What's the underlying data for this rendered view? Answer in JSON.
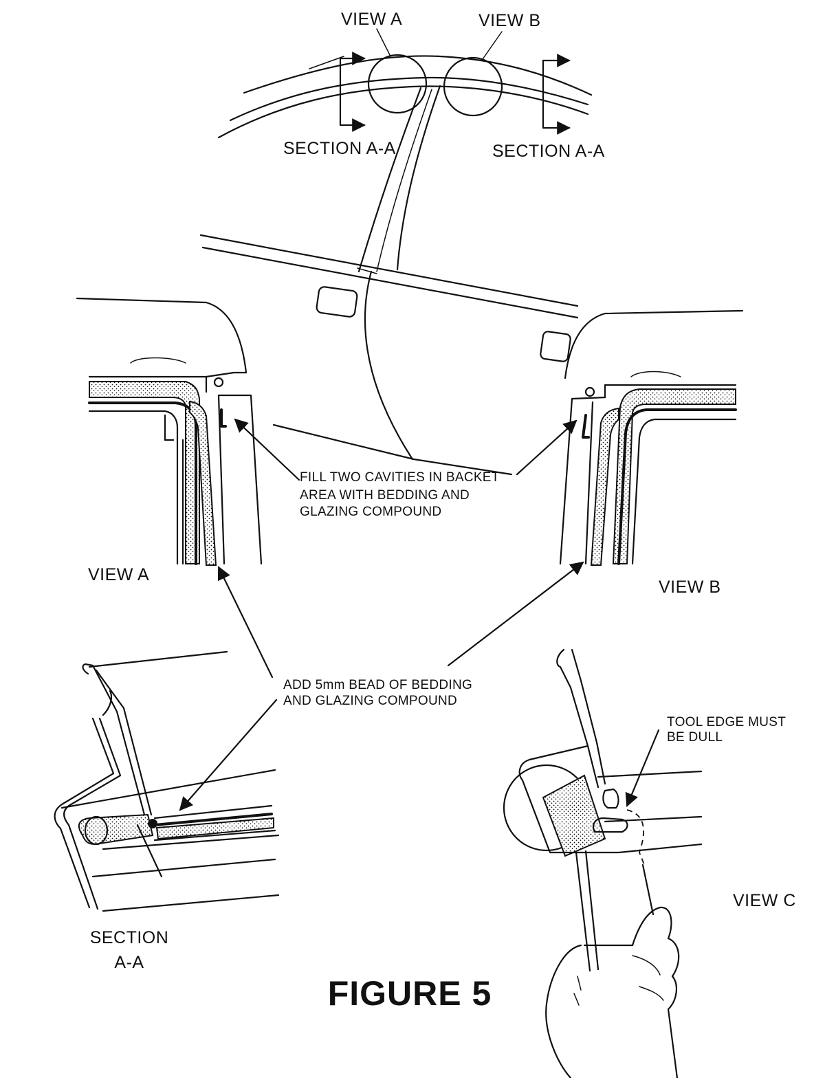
{
  "labels": {
    "view_a_top": "VIEW A",
    "view_b_top": "VIEW B",
    "section_aa_left": "SECTION A-A",
    "section_aa_right": "SECTION A-A",
    "view_a": "VIEW A",
    "view_b": "VIEW B",
    "view_c": "VIEW C",
    "section_bottom_line1": "SECTION",
    "section_bottom_line2": "A-A",
    "figure_title": "FIGURE 5"
  },
  "callouts": {
    "fill_cavities": [
      "FILL TWO CAVITIES IN BACKET",
      "AREA WITH BEDDING AND",
      "GLAZING COMPOUND"
    ],
    "add_bead": [
      "ADD 5mm BEAD OF BEDDING",
      "AND GLAZING COMPOUND"
    ],
    "tool_edge": [
      "TOOL EDGE MUST",
      "BE DULL"
    ]
  }
}
